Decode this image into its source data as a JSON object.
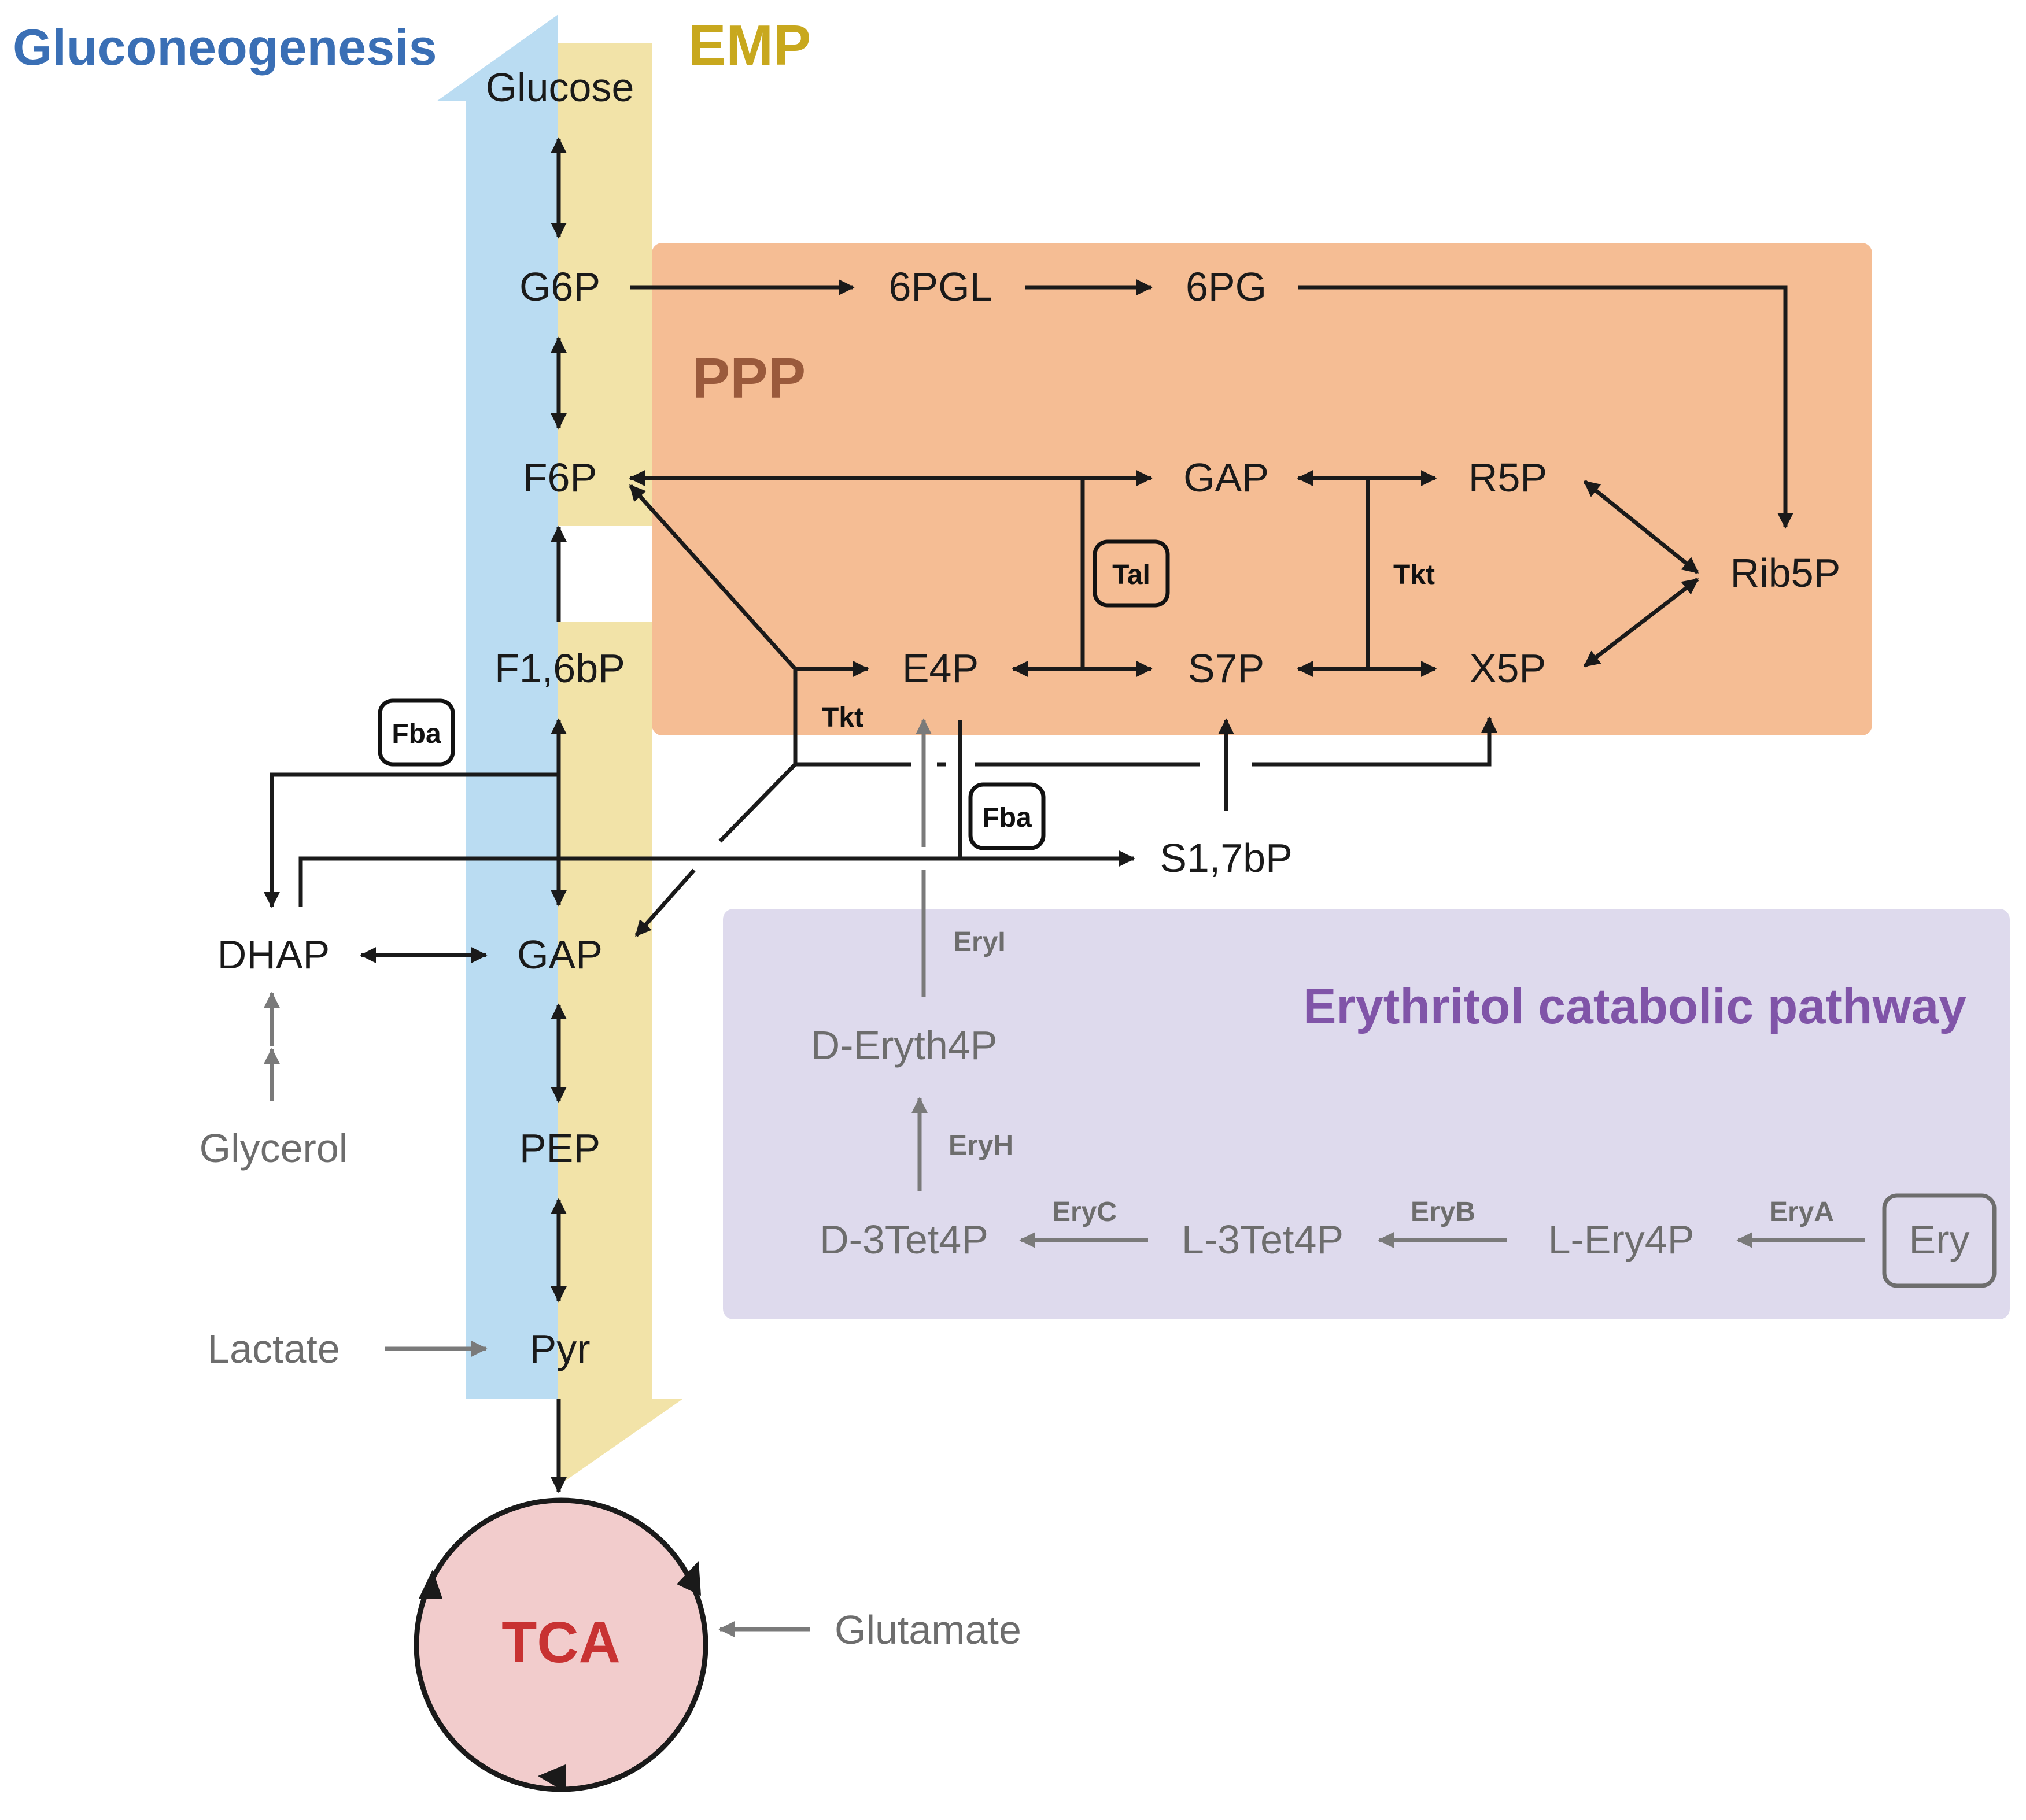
{
  "titles": {
    "gluconeogenesis": "Gluconeogenesis",
    "emp": "EMP",
    "ppp": "PPP",
    "erythritol": "Erythritol catabolic pathway",
    "tca": "TCA"
  },
  "metabolites": {
    "glucose": "Glucose",
    "g6p": "G6P",
    "f6p": "F6P",
    "f16bp": "F1,6bP",
    "gap_glyc": "GAP",
    "dhap": "DHAP",
    "glycerol": "Glycerol",
    "pep": "PEP",
    "pyr": "Pyr",
    "lactate": "Lactate",
    "glutamate": "Glutamate",
    "pgl6": "6PGL",
    "pg6": "6PG",
    "gap_ppp": "GAP",
    "r5p": "R5P",
    "rib5p": "Rib5P",
    "e4p": "E4P",
    "s7p": "S7P",
    "x5p": "X5P",
    "s17bp": "S1,7bP",
    "deryth4p": "D-Eryth4P",
    "d3tet4p": "D-3Tet4P",
    "l3tet4p": "L-3Tet4P",
    "lery4p": "L-Ery4P",
    "ery": "Ery"
  },
  "enzymes": {
    "tal": "Tal",
    "tkt1": "Tkt",
    "tkt2": "Tkt",
    "fba1": "Fba",
    "fba2": "Fba",
    "eryi": "EryI",
    "eryh": "EryH",
    "eryc": "EryC",
    "eryb": "EryB",
    "erya": "EryA"
  },
  "colors": {
    "gluconeogenesis_arrow": "#badcf2",
    "emp_arrow": "#f2e3a8",
    "ppp_box": "#f5bd94",
    "erythritol_box": "#dedaed",
    "tca_fill": "#f2cccc",
    "gluconeogenesis_title": "#3a6fb5",
    "emp_title": "#c8a81e",
    "ppp_title": "#9a5a3c",
    "erythritol_title": "#8054a8",
    "tca_title": "#c83232",
    "line_dark": "#1a1a1a",
    "line_grey": "#7a7a7a"
  }
}
